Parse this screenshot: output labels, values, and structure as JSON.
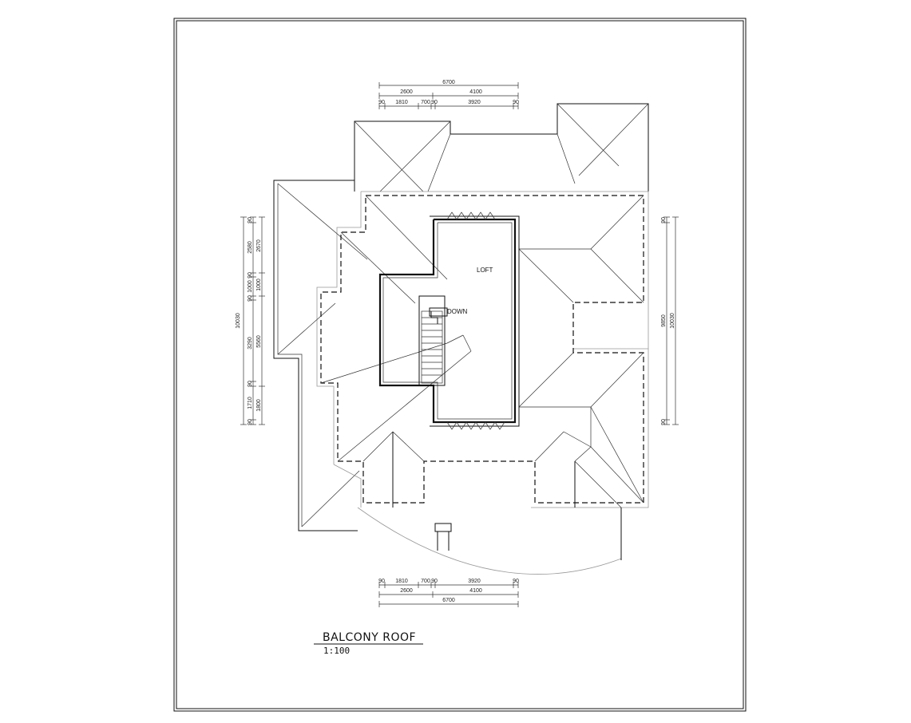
{
  "drawing": {
    "title": "BALCONY ROOF",
    "scale": "1:100",
    "rooms": {
      "loft": "LOFT",
      "stair": "DOWN"
    }
  },
  "dimensions": {
    "top_total": "6700",
    "top_mid": [
      "2600",
      "4100"
    ],
    "top_detail": [
      "90",
      "1810",
      "700",
      "90",
      "3920",
      "90"
    ],
    "bottom_detail": [
      "90",
      "1810",
      "700",
      "90",
      "3920",
      "90"
    ],
    "bottom_mid": [
      "2600",
      "4100"
    ],
    "bottom_total": "6700",
    "left_total": "10030",
    "left_detail": [
      "90",
      "2580",
      "90",
      "1000",
      "90",
      "3290",
      "90",
      "1710",
      "90"
    ],
    "left_mid": [
      "2670",
      "1000",
      "5560",
      "1800"
    ],
    "right_total": "10030",
    "right_mid": "9850",
    "right_ends": [
      "90",
      "90"
    ]
  }
}
